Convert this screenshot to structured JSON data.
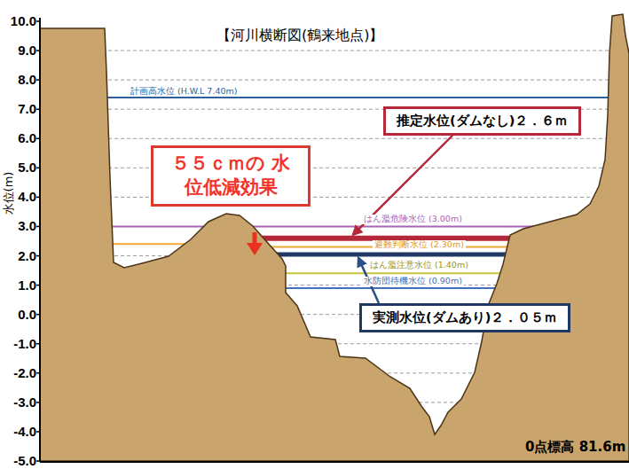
{
  "diagram": {
    "title": "【河川横断図(鶴来地点)】",
    "nodes": [
      {
        "text": [
          "５５ｃｍの 水位低減効果"
        ]
      },
      {
        "text": [
          "推定水位(ダムなし)２．６ｍ"
        ]
      },
      {
        "text": [
          "実測水位(ダムあり)２．０５ｍ"
        ]
      }
    ],
    "labels": [
      "水位(m)",
      "10.0",
      "9.0",
      "8.0",
      "7.0",
      "6.0",
      "5.0",
      "4.0",
      "3.0",
      "2.0",
      "1.0",
      "0.0",
      "-1.0",
      "-2.0",
      "-3.0",
      "-4.0",
      "-5.0",
      "計画高水位 (H.W.L 7.40m)",
      "はん濫危険水位 (3.00m)",
      "避難判断水位 (2.30m)",
      "はん濫注意水位 (1.40m)",
      "水防団待機水位 (0.90m)",
      "0点標高 81.6m"
    ]
  }
}
